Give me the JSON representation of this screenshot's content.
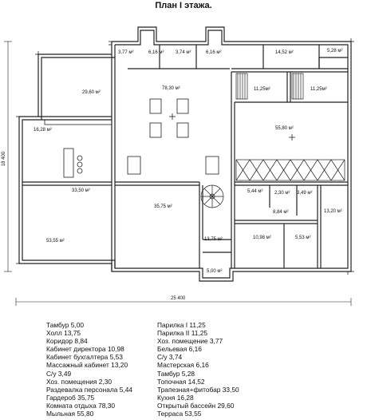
{
  "title": "План I этажа.",
  "dimensions": {
    "width": "25 400",
    "height": "18 400"
  },
  "room_labels": [
    "3,77 м²",
    "6,16 м²",
    "3,74 м²",
    "6,16 м²",
    "14,52 м²",
    "5,28 м²",
    "29,60 м²",
    "78,30 м²",
    "11,25м²",
    "11,25м²",
    "16,28 м²",
    "55,80 м²",
    "33,50 м²",
    "35,75 м²",
    "5,44 м²",
    "2,30 м²",
    "3,49 м²",
    "8,84 м²",
    "13,20 м²",
    "53,55 м²",
    "13,75 м²",
    "10,98 м²",
    "5,53 м²",
    "5,00 м²"
  ],
  "legend_left": [
    "Тамбур 5,00",
    "Холл 13,75",
    "Коридор 8,84",
    "Кабинет директора 10,98",
    "Кабинет бухгалтера 5,53",
    "Массажный кабинет 13,20",
    "С/у 3,49",
    "Хоз. помещения 2,30",
    "Раздевалка персонала 5,44",
    "Гардероб 35,75",
    "Комната отдыха 78,30",
    "Мыльная 55,80"
  ],
  "legend_right": [
    "Парилка I 11,25",
    "Парилка II 11,25",
    "Хоз. помещение 3,77",
    "Бельевая 6,16",
    "С/у 3,74",
    "Мастерская 6,16",
    "Тамбур 5,28",
    "Топочная 14,52",
    "Трапезная+фитобар 33,50",
    "Кухня 16,28",
    "Открытый бассейн 29,60",
    "Терраса 53,55"
  ]
}
